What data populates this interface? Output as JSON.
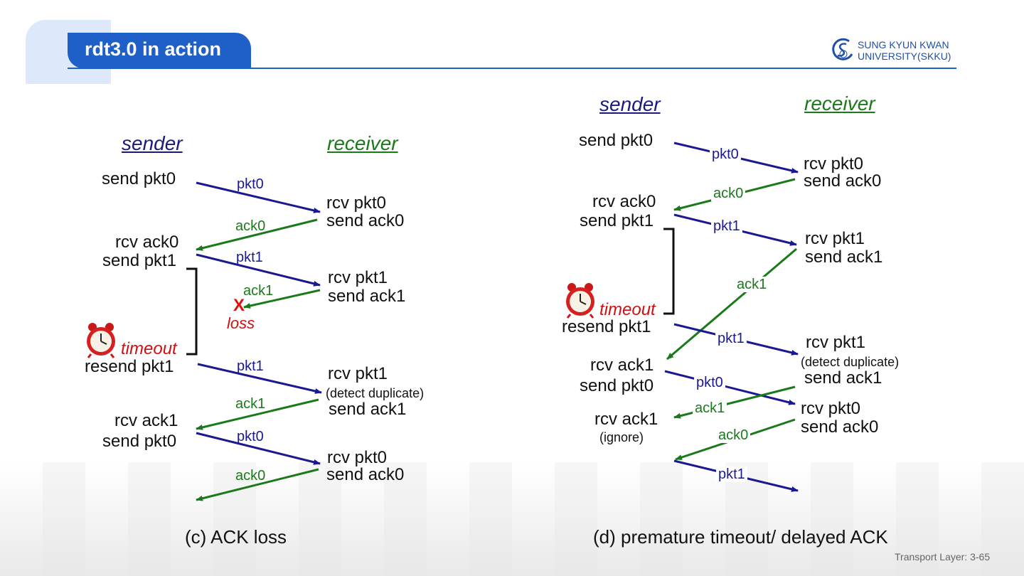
{
  "header": {
    "title": "rdt3.0 in action",
    "logo_line1": "SUNG KYUN KWAN",
    "logo_line2": "UNIVERSITY(SKKU)"
  },
  "left": {
    "sender": "sender",
    "receiver": "receiver",
    "s_send_pkt0": "send pkt0",
    "s_rcv_ack0": "rcv ack0",
    "s_send_pkt1": "send pkt1",
    "timeout": "timeout",
    "s_resend_pkt1": "resend pkt1",
    "s_rcv_ack1": "rcv ack1",
    "s_send_pkt0_2": "send pkt0",
    "r_rcv_pkt0": "rcv pkt0",
    "r_send_ack0": "send ack0",
    "r_rcv_pkt1": "rcv pkt1",
    "r_send_ack1": "send ack1",
    "r_rcv_pkt1_2": "rcv pkt1",
    "r_detect": "(detect duplicate)",
    "r_send_ack1_2": "send ack1",
    "r_rcv_pkt0_2": "rcv pkt0",
    "r_send_ack0_2": "send ack0",
    "m_pkt0": "pkt0",
    "m_ack0": "ack0",
    "m_pkt1": "pkt1",
    "m_ack1": "ack1",
    "loss_x": "X",
    "loss": "loss",
    "m_pkt1_2": "pkt1",
    "m_ack1_2": "ack1",
    "m_pkt0_2": "pkt0",
    "m_ack0_2": "ack0",
    "caption": "(c) ACK loss"
  },
  "right": {
    "sender": "sender",
    "receiver": "receiver",
    "s_send_pkt0": "send pkt0",
    "s_rcv_ack0": "rcv ack0",
    "s_send_pkt1": "send pkt1",
    "timeout": "timeout",
    "s_resend_pkt1": "resend pkt1",
    "s_rcv_ack1": "rcv ack1",
    "s_send_pkt0_2": "send pkt0",
    "s_rcv_ack1_2": "rcv ack1",
    "s_ignore": "(ignore)",
    "r_rcv_pkt0": "rcv pkt0",
    "r_send_ack0": "send ack0",
    "r_rcv_pkt1": "rcv pkt1",
    "r_send_ack1": "send ack1",
    "r_rcv_pkt1_2": "rcv pkt1",
    "r_detect": "(detect duplicate)",
    "r_send_ack1_2": "send ack1",
    "r_rcv_pkt0_2": "rcv pkt0",
    "r_send_ack0_2": "send ack0",
    "m_pkt0": "pkt0",
    "m_ack0": "ack0",
    "m_pkt1": "pkt1",
    "m_ack1": "ack1",
    "m_pkt1_2": "pkt1",
    "m_pkt0_2": "pkt0",
    "m_ack1_2": "ack1",
    "m_ack0_2": "ack0",
    "m_pkt1_3": "pkt1",
    "caption": "(d) premature timeout/ delayed ACK"
  },
  "footer": {
    "page": "Transport Layer: 3-65"
  },
  "colors": {
    "pkt": "#1a1a90",
    "ack": "#1a7a1a",
    "alert": "#d01010",
    "brand": "#1f5fc8"
  }
}
